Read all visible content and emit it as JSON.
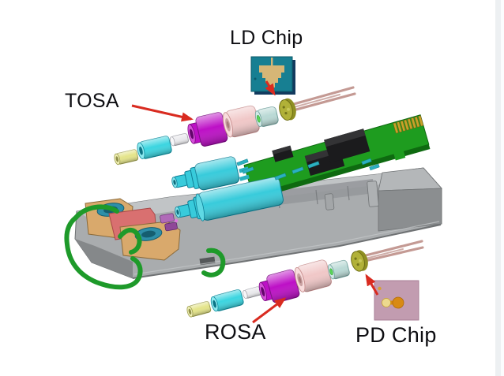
{
  "figure": {
    "description": "Exploded-view 3D diagram of an SFP optical transceiver module",
    "labels": {
      "ld_chip": "LD Chip",
      "tosa": "TOSA",
      "rosa": "ROSA",
      "pd_chip": "PD Chip"
    },
    "callouts": [
      {
        "label": "LD Chip",
        "points_to": "transmitter TO-can header in upper exploded row"
      },
      {
        "label": "TOSA",
        "points_to": "magenta transmitter barrel in upper exploded row"
      },
      {
        "label": "ROSA",
        "points_to": "magenta receiver barrel in lower exploded row"
      },
      {
        "label": "PD Chip",
        "points_to": "receiver TO-can header in lower exploded row"
      }
    ],
    "colors": {
      "arrow": "#d92b20",
      "pcb": "#1e9c1f",
      "pcb_edge": "#0e6a10",
      "chip_black": "#1b1b1d",
      "chip_top": "#333335",
      "gold": "#c8a22a",
      "housing": "#a9acae",
      "housing_light": "#c2c5c7",
      "housing_dark": "#8b8e90",
      "housing_line": "#6f7274",
      "bail_green": "#1e9a2a",
      "tan_block": "#d9a96c",
      "salmon_block": "#d97070",
      "teal_hole": "#2e8fa8",
      "barrel_cyan": "#38cbdb",
      "cyl_yellow": "#e4e489",
      "cyl_cyan": "#3bd5e0",
      "cyl_white": "#eaeaed",
      "cyl_purple": "#bd10c6",
      "cyl_pink": "#f0c7c7",
      "cyl_lightblue": "#b9d9d5",
      "to_header_olive": "#b1b138",
      "pins": "#c49a94",
      "ld_chip_body": "#177f92",
      "ld_chip_edge": "#123a5e",
      "ld_chip_pattern": "#d6b676",
      "pd_chip_body": "#c29cb0",
      "pd_chip_pad": "#d88a14",
      "pd_chip_pad_pale": "#ecd98e",
      "page_edge": "#edf0f2"
    }
  }
}
